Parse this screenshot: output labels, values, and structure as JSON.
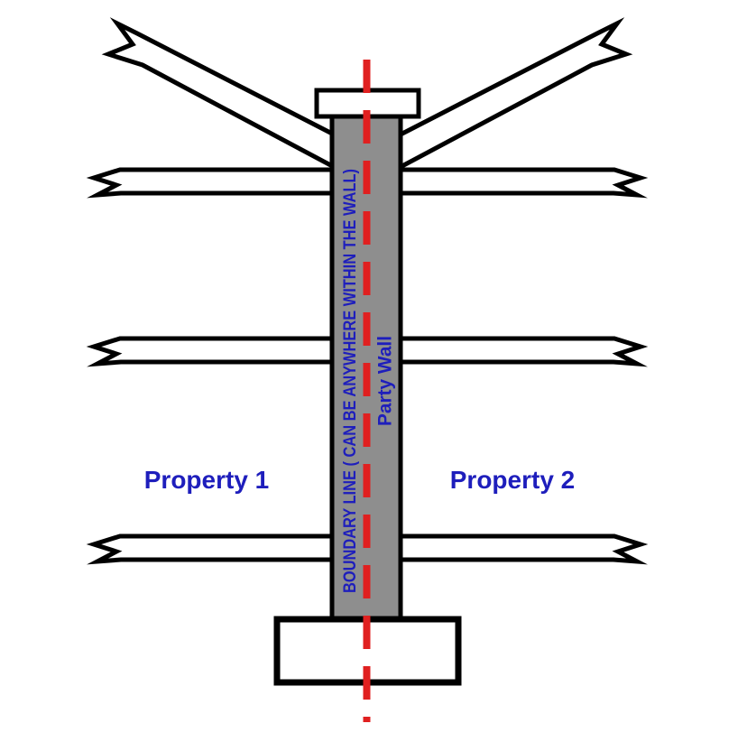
{
  "diagram": {
    "type": "party-wall-cross-section",
    "labels": {
      "boundary_line": "BOUNDARY LINE ( CAN BE ANYWHERE WITHIN THE WALL)",
      "party_wall": "Party Wall",
      "property_left": "Property 1",
      "property_right": "Property 2"
    },
    "colors": {
      "background": "#ffffff",
      "wall_gray": "#8e8e8e",
      "boundary_red": "#e02020",
      "label_blue": "#1e1ebc",
      "outline_black": "#000000",
      "beam_white": "#ffffff"
    }
  }
}
